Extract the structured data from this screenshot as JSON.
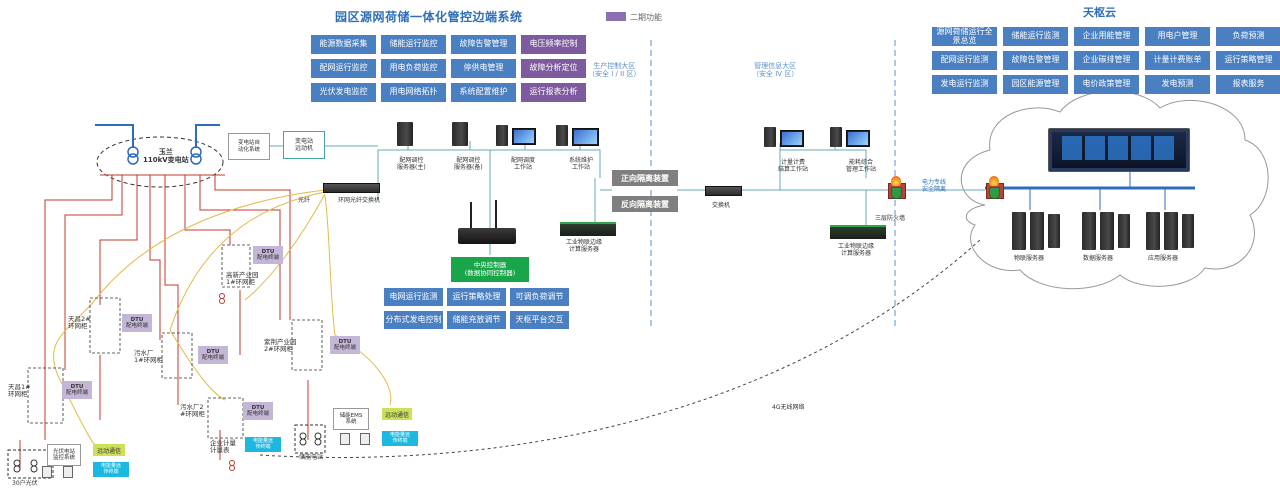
{
  "title": "园区源网荷储一体化管控边端系统",
  "legend_label": "二期功能",
  "cloud_title": "天枢云",
  "functions": [
    {
      "label": "能源数据采集",
      "phase2": false
    },
    {
      "label": "储能运行监控",
      "phase2": false
    },
    {
      "label": "故障告警管理",
      "phase2": false
    },
    {
      "label": "电压频率控制",
      "phase2": true
    },
    {
      "label": "配网运行监控",
      "phase2": false
    },
    {
      "label": "用电负荷监控",
      "phase2": false
    },
    {
      "label": "停供电管理",
      "phase2": false
    },
    {
      "label": "故障分析定位",
      "phase2": true
    },
    {
      "label": "光伏发电监控",
      "phase2": false
    },
    {
      "label": "用电网络拓扑",
      "phase2": false
    },
    {
      "label": "系统配置维护",
      "phase2": false
    },
    {
      "label": "运行报表分析",
      "phase2": true
    }
  ],
  "cloud_functions": [
    "源网荷储运行全景总览",
    "储能运行监测",
    "企业用能管理",
    "用电户管理",
    "负荷预测",
    "配网运行监测",
    "故障告警管理",
    "企业碳排管理",
    "计量计费账单",
    "运行策略管理",
    "发电运行监测",
    "园区能源管理",
    "电价政策管理",
    "发电预测",
    "报表服务"
  ],
  "zones": {
    "production": [
      "生产控制大区",
      "（安全 I / II 区）"
    ],
    "management": [
      "管理信息大区",
      "（安全 IV 区）"
    ]
  },
  "substation": {
    "name": "玉兰",
    "sub": "110kV变电站"
  },
  "feeder_auto": [
    "变电站自",
    "动化系统"
  ],
  "acquisition": [
    "变电站",
    "远动机"
  ],
  "ring_switch": "环网光纤交换机",
  "fiber": "光纤",
  "workstations": [
    {
      "name": [
        "配网调控",
        "服务器(主)"
      ]
    },
    {
      "name": [
        "配网调控",
        "服务器(备)"
      ]
    },
    {
      "name": [
        "配网调度",
        "工作站"
      ]
    },
    {
      "name": [
        "系统维护",
        "工作站"
      ]
    }
  ],
  "forward_iso": "正向隔离装置",
  "reverse_iso": "反向隔离装置",
  "iot_edge_1": [
    "工业物联边缘",
    "计算服务器"
  ],
  "iot_edge_2": [
    "工业物联边缘",
    "计算服务器"
  ],
  "switch": "交换机",
  "billing": [
    "计量计费",
    "结算工作站"
  ],
  "mgmt_ws": [
    "能耗综合",
    "管理工作站"
  ],
  "firewall": "三层防火墙",
  "secure_link": [
    "电力专线",
    "安全隔离"
  ],
  "central_ctrl": [
    "中央控制器",
    "(数据协同控制器)"
  ],
  "ctrl_functions": [
    "电网运行监测",
    "运行策略处理",
    "可调负荷调节",
    "分布式发电控制",
    "储能充放调节",
    "天枢平台交互"
  ],
  "cloud_servers": [
    "物联服务器",
    "数据服务器",
    "应用服务器"
  ],
  "link_4g": "4G无线网络",
  "dtu_label": [
    "DTU",
    "配电终端"
  ],
  "ring_units": [
    [
      "天昌2#",
      "环网柜"
    ],
    [
      "污水厂",
      "1#环网柜"
    ],
    [
      "天昌1#",
      "环网柜"
    ],
    [
      "污水厂2",
      "#环网柜"
    ],
    [
      "高新产业园",
      "1#环网柜"
    ],
    [
      "紫荆产业园",
      "2#环网柜"
    ]
  ],
  "ems": [
    "储能EMS",
    "系统"
  ],
  "pv_monitor": [
    "光伏电站",
    "监控系统"
  ],
  "remote_comm": "远动通信",
  "meter_term": [
    "电能量远",
    "传终端"
  ],
  "user_meter": [
    "企业计量",
    "计量表"
  ],
  "pv_station": "光伏电站",
  "storage_station": "储能电站",
  "pv_30": "30户光伏"
}
